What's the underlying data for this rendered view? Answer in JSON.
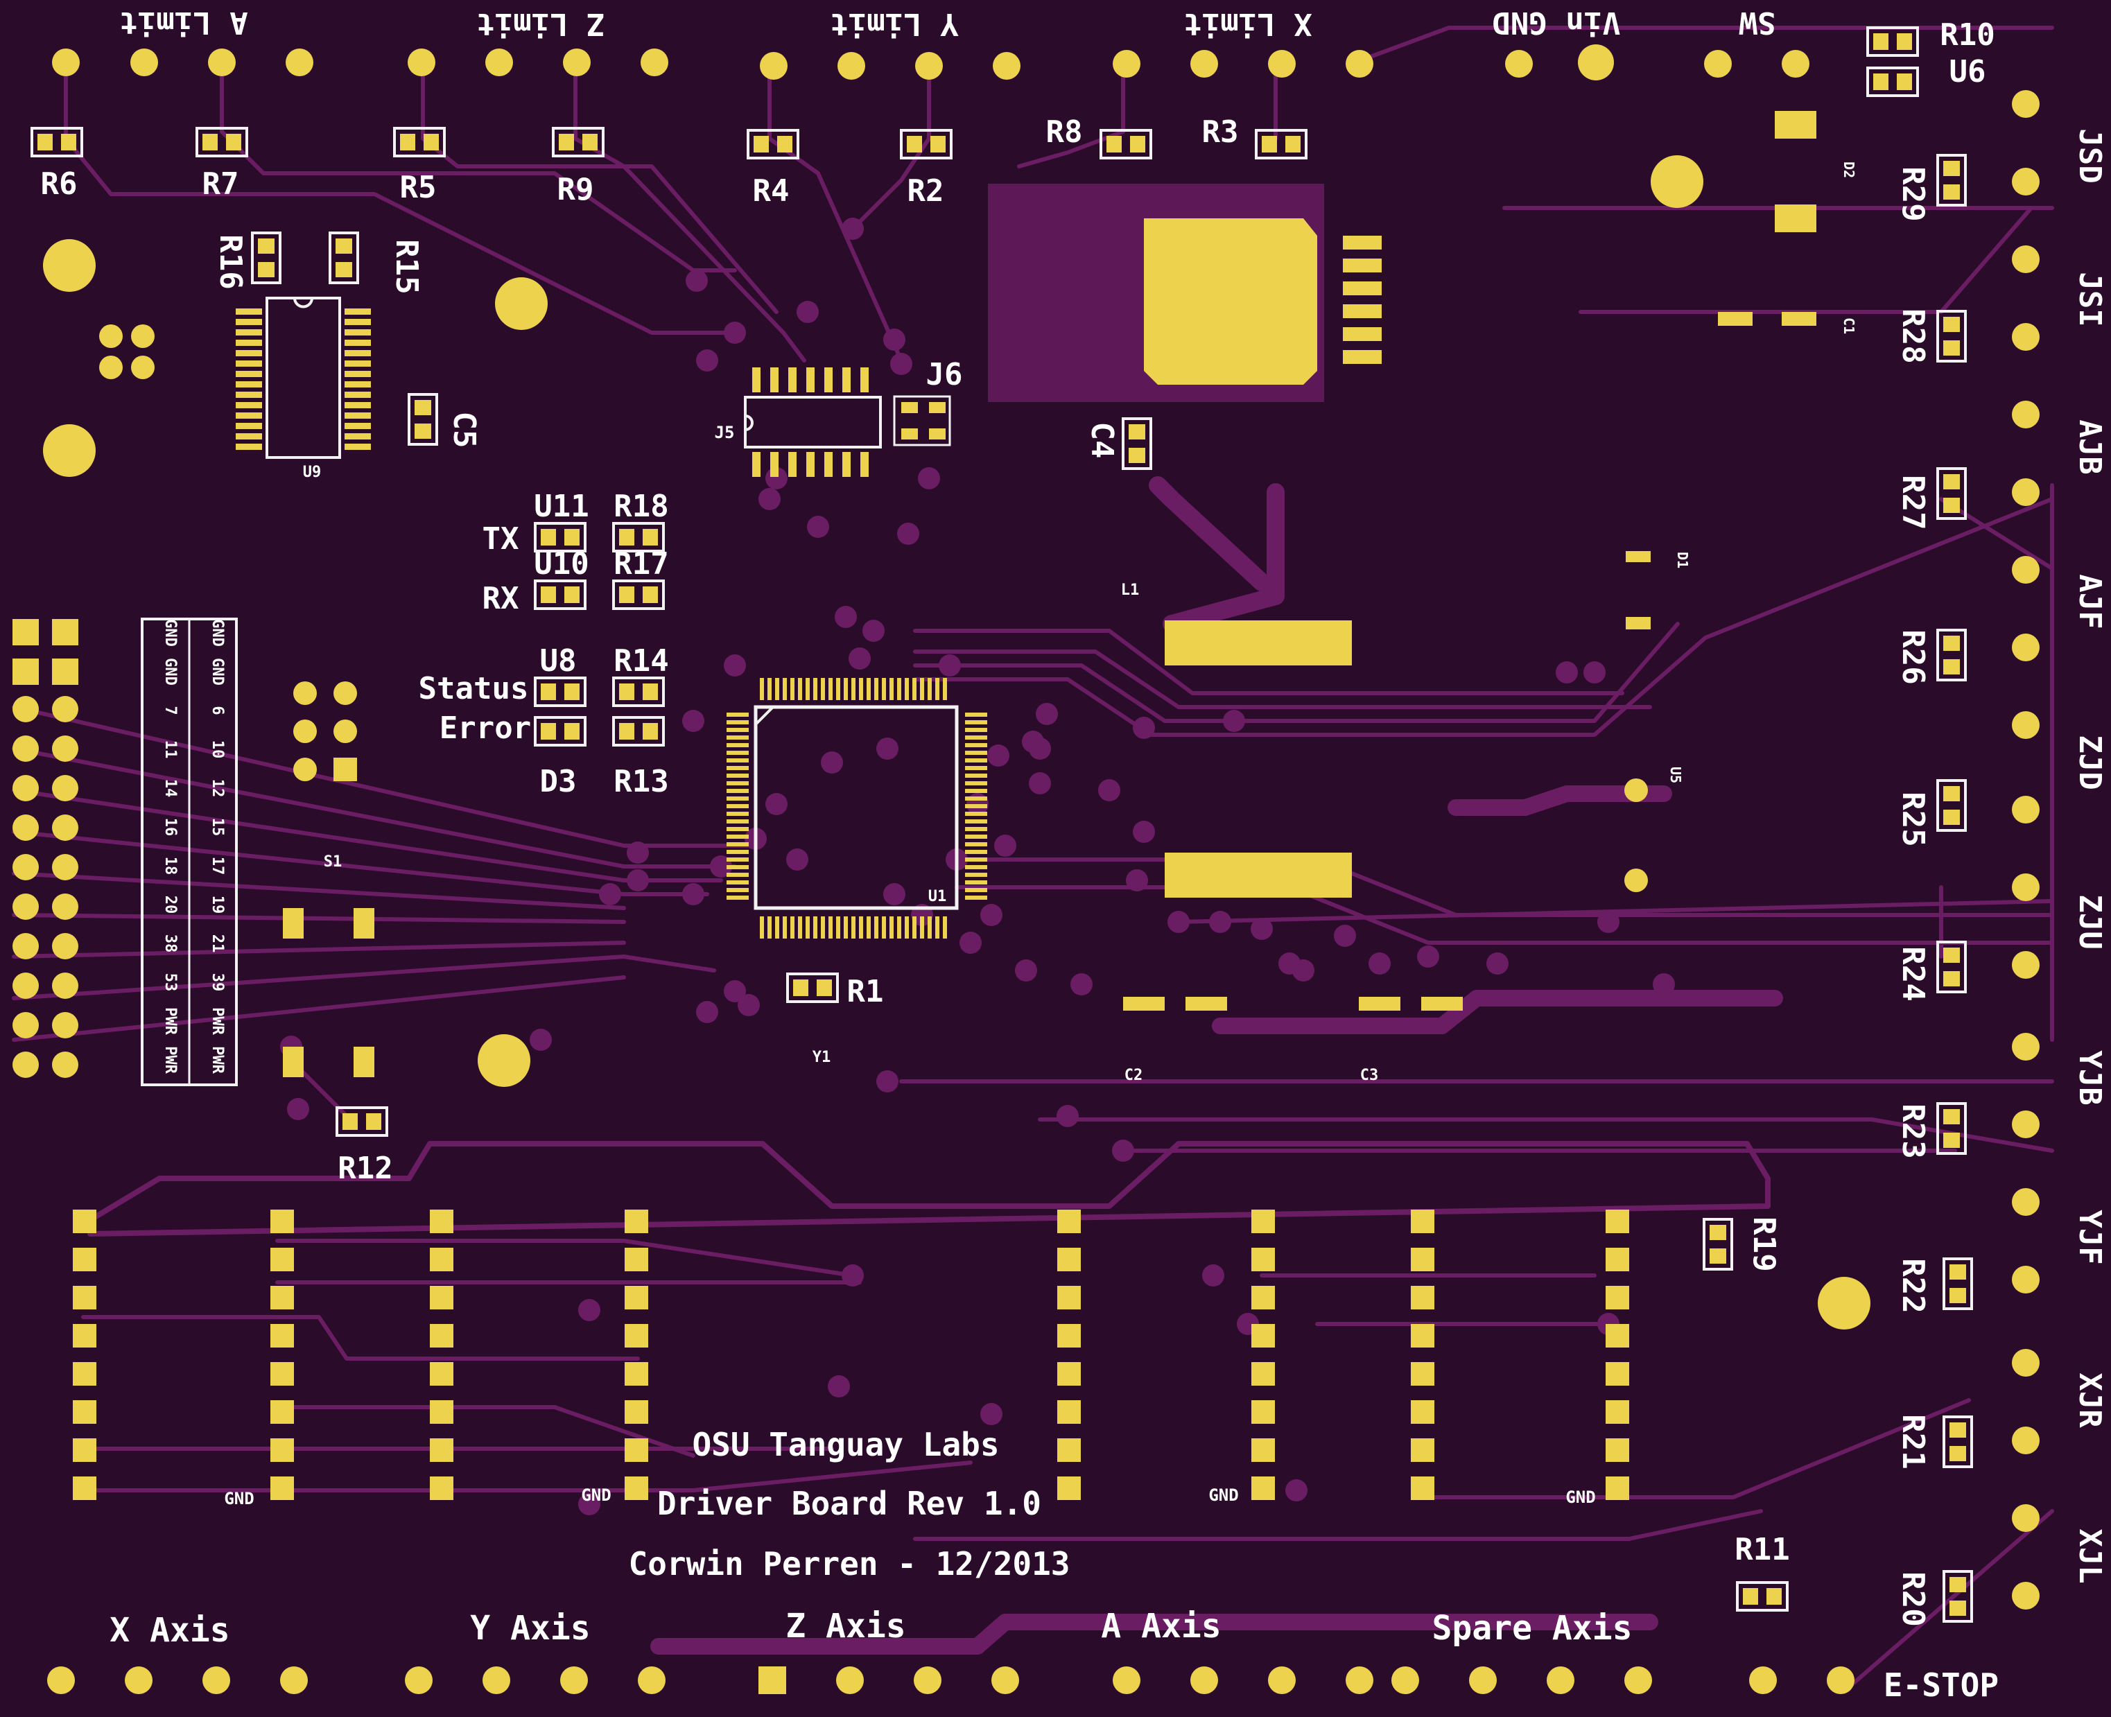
{
  "board": {
    "colors": {
      "soldermask": "#2a0b29",
      "trace": "#6a1d63",
      "pad": "#ecd24d",
      "silkscreen": "#f2f2f2"
    },
    "title_block": {
      "line1": "OSU Tanguay Labs",
      "line2": "Driver Board Rev 1.0",
      "line3": "Corwin Perren - 12/2013"
    },
    "top_labels": [
      "A Limit",
      "Z Limit",
      "Y Limit",
      "X Limit",
      "Vin GND",
      "SW"
    ],
    "bottom_labels": [
      "X Axis",
      "Y Axis",
      "Z Axis",
      "A Axis",
      "Spare Axis",
      "E-STOP"
    ],
    "right_labels": [
      "JSD",
      "JSI",
      "AJB",
      "AJF",
      "ZJD",
      "ZJU",
      "YJB",
      "YJF",
      "XJR",
      "XJL"
    ],
    "led_labels": [
      "TX",
      "RX",
      "Status",
      "Error"
    ],
    "header_pin_labels": [
      [
        "GND",
        "GND"
      ],
      [
        "GND",
        "GND"
      ],
      [
        "7",
        "6"
      ],
      [
        "11",
        "10"
      ],
      [
        "14",
        "12"
      ],
      [
        "16",
        "15"
      ],
      [
        "18",
        "17"
      ],
      [
        "20",
        "19"
      ],
      [
        "38",
        "21"
      ],
      [
        "53",
        "39"
      ],
      [
        "PWR",
        "PWR"
      ],
      [
        "PWR",
        "PWR"
      ]
    ],
    "gnd_labels": [
      "GND",
      "GND",
      "GND",
      "GND"
    ],
    "refdes": {
      "R6": "R6",
      "R7": "R7",
      "R5": "R5",
      "R9": "R9",
      "R4": "R4",
      "R2": "R2",
      "R8": "R8",
      "R3": "R3",
      "R10": "R10",
      "U6": "U6",
      "R16": "R16",
      "R15": "R15",
      "C5": "C5",
      "J6": "J6",
      "J5": "J5",
      "C4": "C4",
      "U11": "U11",
      "R18": "R18",
      "U10": "U10",
      "R17": "R17",
      "U8": "U8",
      "R14": "R14",
      "D3": "D3",
      "R13": "R13",
      "U9": "U9",
      "S1": "S1",
      "U1": "U1",
      "R1": "R1",
      "Y1": "Y1",
      "L1": "L1",
      "D1": "D1",
      "D2": "D2",
      "C1": "C1",
      "U5": "U5",
      "C2": "C2",
      "C3": "C3",
      "R12": "R12",
      "R19": "R19",
      "R11": "R11",
      "R29": "R29",
      "R28": "R28",
      "R27": "R27",
      "R26": "R26",
      "R25": "R25",
      "R24": "R24",
      "R23": "R23",
      "R22": "R22",
      "R21": "R21",
      "R20": "R20"
    }
  }
}
